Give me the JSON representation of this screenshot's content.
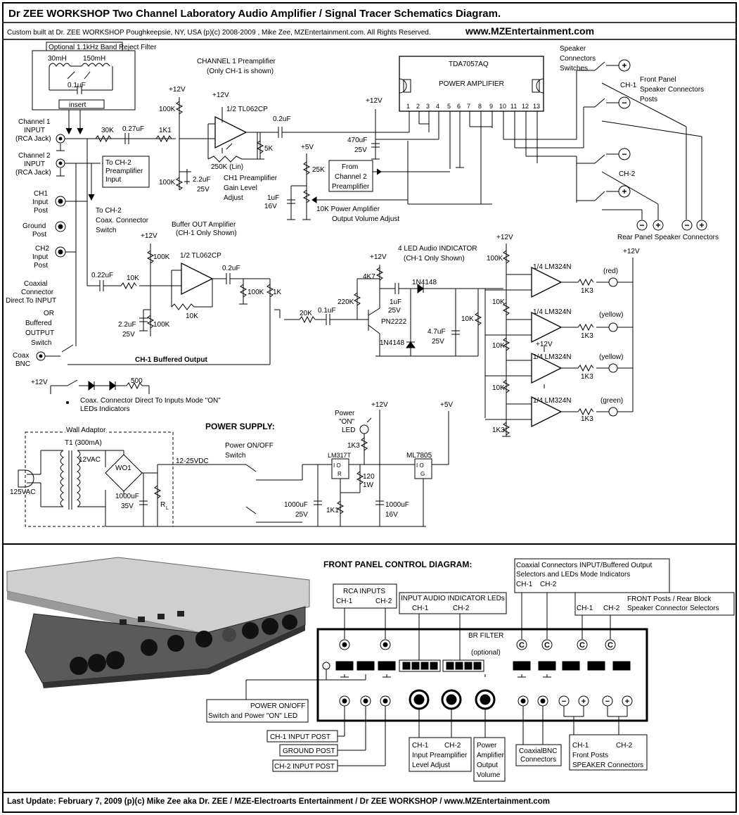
{
  "header": {
    "title": "Dr ZEE WORKSHOP Two Channel  Laboratory Audio Amplifier / Signal Tracer Schematics Diagram.",
    "credit": "Custom built at Dr. ZEE WORKSHOP  Poughkeepsie, NY, USA   (p)(c) 2008-2009 , Mike Zee, MZEntertainment.com. All Rights Reserved.",
    "website": "www.MZEntertainment.com"
  },
  "footer": {
    "text": "Last Update: February 7, 2009  (p)(c) Mike Zee aka Dr. ZEE / MZE-Electroarts Entertainment / Dr ZEE WORKSHOP / www.MZEntertainment.com"
  },
  "schematic": {
    "filter_title": "Optional 1.1kHz Band Reject Filter",
    "filter_l1": "30mH",
    "filter_l2": "150mH",
    "filter_cap": "0.1uF",
    "filter_insert": "insert",
    "ch1_input": [
      "Channel 1",
      "INPUT",
      "(RCA Jack)"
    ],
    "ch2_input": [
      "Channel 2",
      "INPUT",
      "(RCA Jack)"
    ],
    "ch1_post": [
      "CH1",
      "Input",
      "Post"
    ],
    "ground_post": [
      "Ground",
      "Post"
    ],
    "ch2_post": [
      "CH2",
      "Input",
      "Post"
    ],
    "coax_note": [
      "Coaxial",
      "Connector",
      "Direct To INPUT",
      "OR",
      "Buffered",
      "OUTPUT",
      "Switch"
    ],
    "coax_bnc": [
      "Coax",
      "BNC"
    ],
    "to_ch2_preamp": [
      "To CH-2",
      "Preamplifier",
      "Input"
    ],
    "to_ch2_coax": [
      "To CH-2",
      "Coax. Connector",
      "Switch"
    ],
    "preamp_title": [
      "CHANNEL 1 Preamplifier",
      "(Only CH-1 is shown)"
    ],
    "r30k": "30K",
    "c027": "0.27uF",
    "r1k1": "1K1",
    "plus12v": "+12V",
    "r100k": "100K",
    "opamp_preamp": "1/2 TL062CP",
    "c02": "0.2uF",
    "r5k": "5K",
    "pot250k": "250K (Lin)",
    "c22": "2.2uF",
    "v25": "25V",
    "gain_adjust": [
      "CH1 Preamplifier",
      "Gain Level",
      "Adjust"
    ],
    "tda": "TDA7057AQ",
    "power_amp": "POWER AMPLIFIER",
    "pins": [
      "1",
      "2",
      "3",
      "4",
      "5",
      "6",
      "7",
      "8",
      "9",
      "10",
      "11",
      "12",
      "13"
    ],
    "c470": "470uF",
    "plus5v": "+5V",
    "r25k": "25K",
    "from_ch2": [
      "From",
      "Channel 2",
      "Preamplifier"
    ],
    "c1uf": "1uF",
    "v16": "16V",
    "pot10k": [
      "10K Power Amplifier",
      "Output Volume Adjust"
    ],
    "speaker_switches": [
      "Speaker",
      "Connectors",
      "Switches"
    ],
    "front_panel_posts": [
      "Front Panel",
      "Speaker Connectors",
      "Posts"
    ],
    "ch1": "CH-1",
    "ch2": "CH-2",
    "rear_panel": "Rear Panel Speaker Connectors",
    "buffer_title": [
      "Buffer OUT Amplifier",
      "(CH-1 Only Shown)"
    ],
    "c022": "0.22uF",
    "r10k": "10K",
    "r1k": "1K",
    "r20k": "20K",
    "c01": "0.1uF",
    "buffered_output": "CH-1 Buffered Output",
    "led_indicator_title": [
      "4 LED Audio INDICATOR",
      "(CH-1 Only Shown)"
    ],
    "r4k7": "4K7",
    "r220k": "220K",
    "d1n4148": "1N4148",
    "pn2222": "PN2222",
    "c47": "4.7uF",
    "lm324": "1/4 LM324N",
    "r1k3": "1K3",
    "led_colors": [
      "(red)",
      "(yellow)",
      "(yellow)",
      "(green)"
    ],
    "r500": "500",
    "coax_leds": [
      "Coax. Connector Direct To Inputs Mode \"ON\"",
      "LEDs Indicators"
    ],
    "power_supply": "POWER SUPPLY:",
    "wall_adaptor": "Wall Adaptor",
    "t1": "T1 (300mA)",
    "v12ac": "12VAC",
    "wo1": "WO1",
    "v125ac": "125VAC",
    "c1000": "1000uF",
    "v35": "35V",
    "rl": "R",
    "rl_sub": "L",
    "v1225": "12-25VDC",
    "power_switch": [
      "Power ON/OFF",
      "Switch"
    ],
    "power_on_led": [
      "Power",
      "\"ON\"",
      "LED"
    ],
    "lm317": "LM317T",
    "r120": "120",
    "w1": "1W",
    "ml7805": "ML7805",
    "reg_io": "I   O",
    "reg_r": "R",
    "reg_g": "G"
  },
  "panel": {
    "title": "FRONT PANEL CONTROL DIAGRAM:",
    "rca_inputs": "RCA INPUTS",
    "ch1": "CH-1",
    "ch2": "CH-2",
    "input_leds": "INPUT AUDIO INDICATOR LEDs",
    "coax_selectors": [
      "Coaxial Connectors INPUT/Buffered Output",
      "Selectors  and LEDs Mode Indicators"
    ],
    "front_posts": [
      "FRONT Posts / Rear Block",
      "Speaker Connector Selectors"
    ],
    "br_filter": [
      "BR FILTER",
      "(optional)"
    ],
    "power_switch_label": [
      "POWER ON/OFF",
      "Switch and Power \"ON\" LED"
    ],
    "ch1_input_post": "CH-1 INPUT POST",
    "ground_post": "GROUND POST",
    "ch2_input_post": "CH-2 INPUT POST",
    "preamp_level": [
      "Input Preamplifier",
      "Level Adjust"
    ],
    "power_volume": [
      "Power",
      "Amplifier",
      "Output",
      "Volume"
    ],
    "coax_bnc": [
      "CoaxialBNC",
      "Connectors"
    ],
    "front_speaker": [
      "Front Posts",
      "SPEAKER Connectors"
    ]
  }
}
